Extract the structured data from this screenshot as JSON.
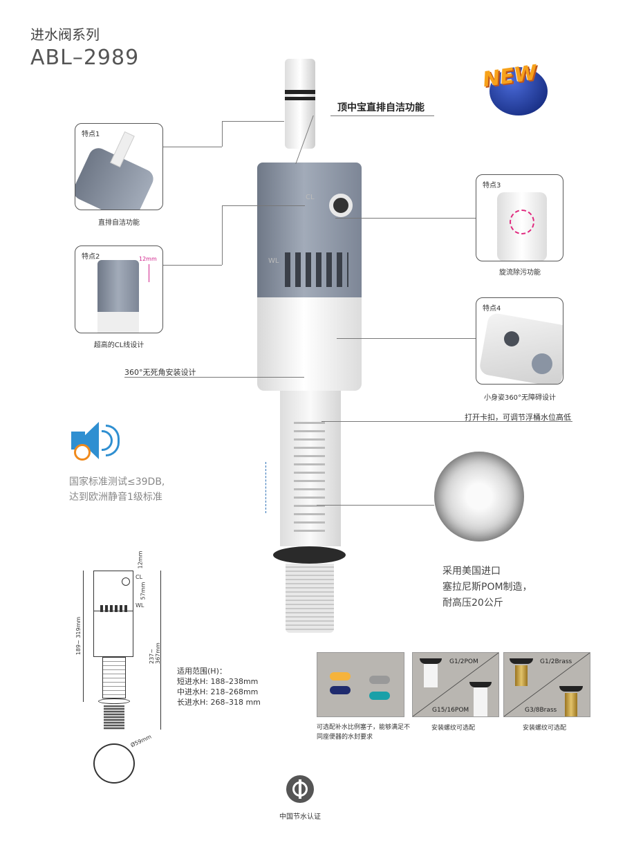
{
  "header": {
    "series": "进水阀系列",
    "model": "ABL–2989"
  },
  "badge": {
    "text": "NEW"
  },
  "callouts": {
    "top": "顶中宝直排自洁功能",
    "install": "360°无死角安装设计",
    "clip": "打开卡扣，可调节浮桶水位高低"
  },
  "features": [
    {
      "label": "特点1",
      "caption": "直排自洁功能"
    },
    {
      "label": "特点2",
      "caption": "超高的CL线设计",
      "dim": "12mm"
    },
    {
      "label": "特点3",
      "caption": "旋流除污功能"
    },
    {
      "label": "特点4",
      "caption": "小身姿360°无障碍设计"
    }
  ],
  "valve_marks": {
    "cl": "CL",
    "wl": "WL"
  },
  "noise": {
    "line1": "国家标准测试≤39DB,",
    "line2": "达到欧洲静音1级标准"
  },
  "material": {
    "line1": "采用美国进口",
    "line2": "塞拉尼斯POM制造，",
    "line3": "耐高压20公斤"
  },
  "drawing": {
    "d1": "12mm",
    "d2": "57mm",
    "cl": "CL",
    "wl": "WL",
    "h1": "189~ 319mm",
    "h2": "237~ 367mm",
    "dia": "Ø59mm"
  },
  "range": {
    "title": "适用范围(H)：",
    "items": [
      "短进水H: 188–238mm",
      "中进水H: 218–268mm",
      "长进水H: 268–318 mm"
    ]
  },
  "options": [
    {
      "caption": "可选配补水比例塞子，能够满足不同座便器的水封要求"
    },
    {
      "top": "G1/2POM",
      "bottom": "G15/16POM",
      "caption": "安装螺纹可选配"
    },
    {
      "top": "G1/2Brass",
      "bottom": "G3/8Brass",
      "caption": "安装螺纹可选配"
    }
  ],
  "certification": {
    "caption": "中国节水认证"
  }
}
